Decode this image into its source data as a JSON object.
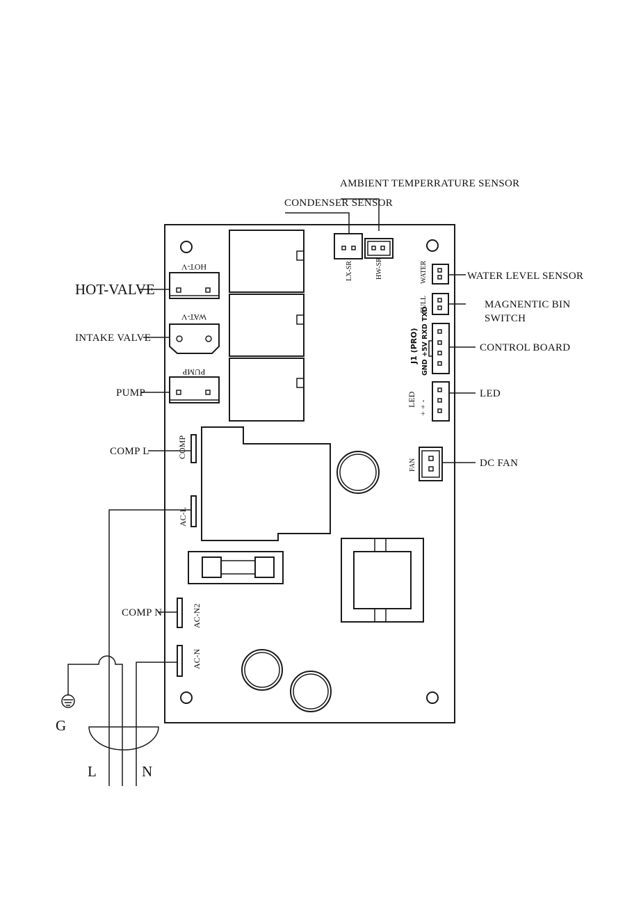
{
  "callouts": {
    "ambient_sensor": "AMBIENT TEMPERRATURE SENSOR",
    "condenser_sensor": "CONDENSER SENSOR",
    "hot_valve": "HOT-VALVE",
    "intake_valve": "INTAKE VALVE",
    "pump": "PUMP",
    "comp_l": "COMP L",
    "comp_n": "COMP N",
    "water_level_sensor": "WATER LEVEL SENSOR",
    "magnetic_bin_line1": "MAGNENTIC BIN",
    "magnetic_bin_line2": "SWITCH",
    "control_board": "CONTROL BOARD",
    "led": "LED",
    "dc_fan": "DC FAN"
  },
  "board_labels": {
    "hot_v": "HOT-V",
    "wat_v": "WAT-V",
    "pump": "PUMP",
    "lx_sr": "LX-SR",
    "hw_sr": "HW-SR",
    "water": "WATER",
    "full": "FULL",
    "j1": "J1 (PRO)",
    "j1_pins": "GND +5V RXD TXD",
    "led": "LED",
    "led_pins": "+ + -",
    "fan": "FAN",
    "comp": "COMP",
    "ac_l": "AC-L",
    "ac_n2": "AC-N2",
    "ac_n": "AC-N"
  },
  "mains": {
    "ground": "G",
    "line": "L",
    "neutral": "N"
  }
}
